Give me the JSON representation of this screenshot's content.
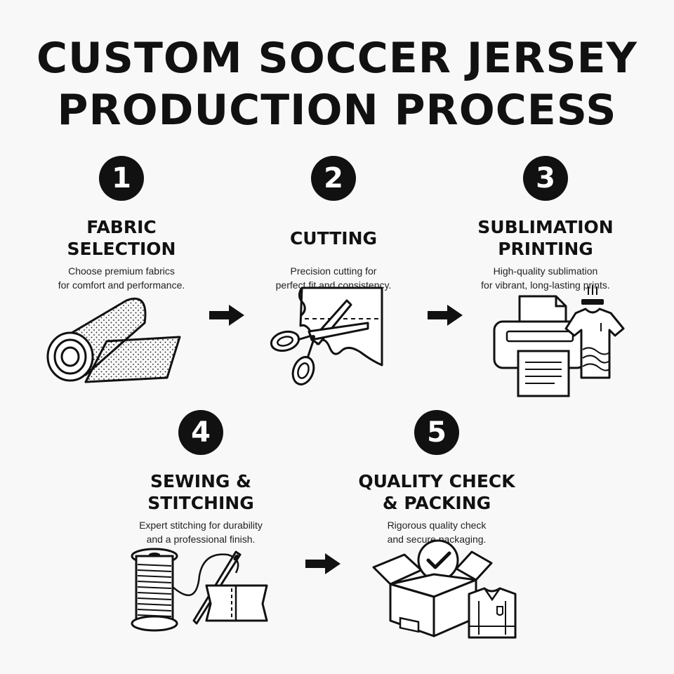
{
  "title": {
    "line1": "CUSTOM SOCCER JERSEY",
    "line2": "PRODUCTION PROCESS"
  },
  "steps": [
    {
      "number": "1",
      "title_lines": [
        "FABRIC",
        "SELECTION"
      ],
      "desc_lines": [
        "Choose premium fabrics",
        "for comfort and performance."
      ],
      "icon": "fabric-roll-icon"
    },
    {
      "number": "2",
      "title_lines": [
        "CUTTING"
      ],
      "desc_lines": [
        "Precision cutting for",
        "perfect fit and consistency."
      ],
      "icon": "scissors-icon"
    },
    {
      "number": "3",
      "title_lines": [
        "SUBLIMATION",
        "PRINTING"
      ],
      "desc_lines": [
        "High-quality sublimation",
        "for vibrant, long-lasting prints."
      ],
      "icon": "printer-icon"
    },
    {
      "number": "4",
      "title_lines": [
        "SEWING &",
        "STITCHING"
      ],
      "desc_lines": [
        "Expert stitching for durability",
        "and a professional finish."
      ],
      "icon": "thread-needle-icon"
    },
    {
      "number": "5",
      "title_lines": [
        "QUALITY CHECK",
        "& PACKING"
      ],
      "desc_lines": [
        "Rigorous quality check",
        "and secure packaging."
      ],
      "icon": "box-check-icon"
    }
  ],
  "arrow_icon": "arrow-right-icon",
  "colors": {
    "ink": "#111111",
    "background": "#f8f8f8"
  }
}
